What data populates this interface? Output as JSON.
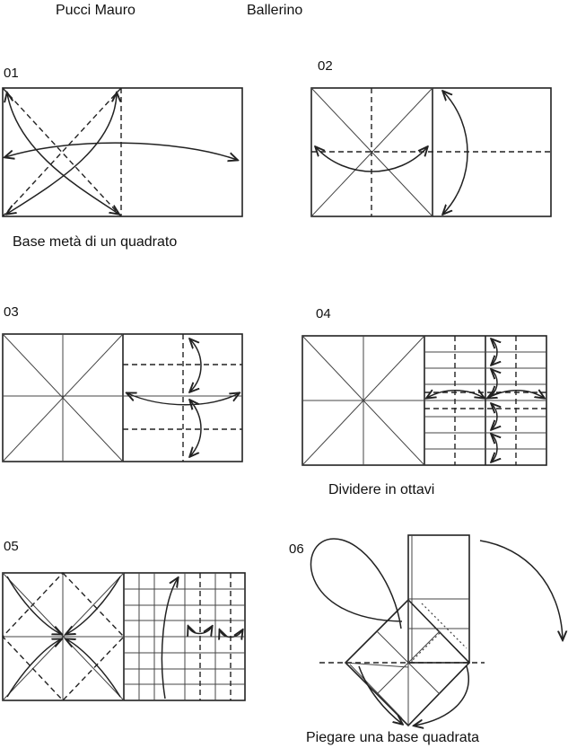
{
  "header": {
    "author": "Pucci Mauro",
    "model": "Ballerino"
  },
  "steps": [
    {
      "number": "01",
      "caption": "Base metà di un quadrato"
    },
    {
      "number": "02",
      "caption": ""
    },
    {
      "number": "03",
      "caption": ""
    },
    {
      "number": "04",
      "caption": "Dividere in ottavi"
    },
    {
      "number": "05",
      "caption": ""
    },
    {
      "number": "06",
      "caption": "Piegare una base quadrata"
    }
  ]
}
